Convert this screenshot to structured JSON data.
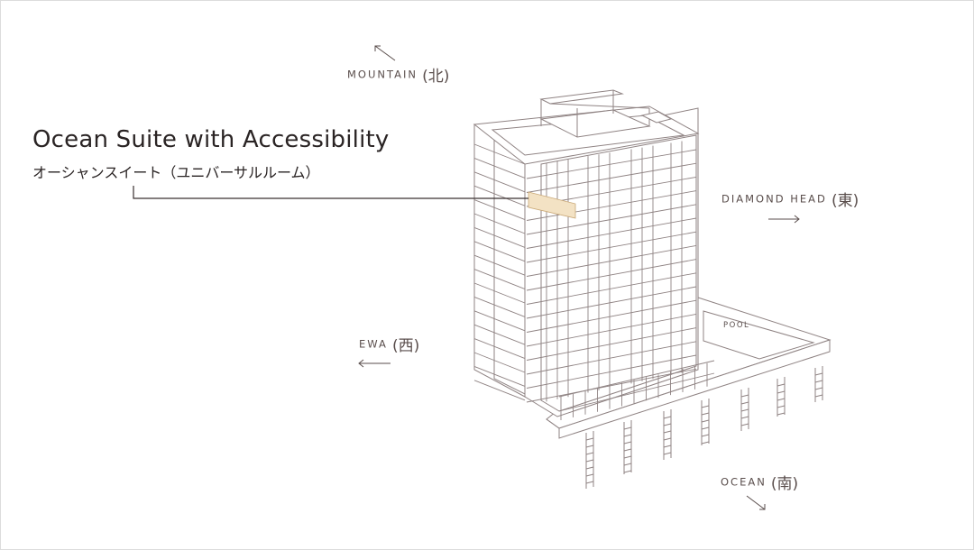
{
  "room": {
    "title": "Ocean Suite with Accessibility",
    "subtitle": "オーシャンスイート（ユニバーサルルーム）",
    "highlight_color": "#f3e2c4"
  },
  "directions": {
    "mountain": {
      "en": "MOUNTAIN",
      "jp": "(北)"
    },
    "diamond_head": {
      "en": "DIAMOND HEAD",
      "jp": "(東)"
    },
    "ewa": {
      "en": "EWA",
      "jp": "(西)"
    },
    "ocean": {
      "en": "OCEAN",
      "jp": "(南)"
    }
  },
  "pool": {
    "label": "POOL"
  },
  "colors": {
    "line": "#8f8383",
    "text": "#2a2424",
    "label": "#5a4e4c",
    "frame": "#dcdcdc"
  }
}
